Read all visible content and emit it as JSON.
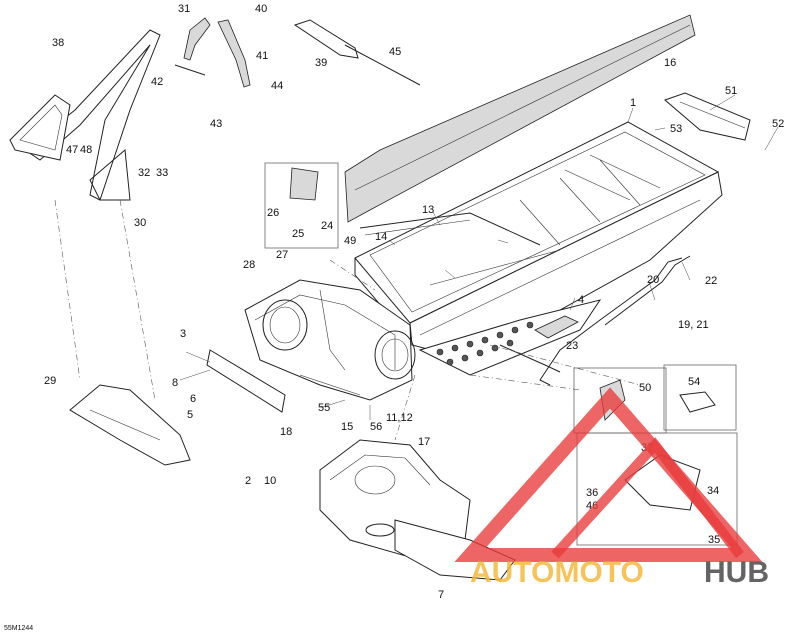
{
  "diagram": {
    "code": "55M1244",
    "callouts": [
      "1",
      "2",
      "3",
      "4",
      "5",
      "6",
      "7",
      "8",
      "10",
      "11,12",
      "13",
      "14",
      "15",
      "16",
      "17",
      "18",
      "19, 21",
      "20",
      "22",
      "23",
      "24",
      "25",
      "26",
      "27",
      "28",
      "29",
      "30",
      "31",
      "32",
      "33",
      "34",
      "35",
      "36",
      "37",
      "38",
      "39",
      "40",
      "41",
      "42",
      "43",
      "44",
      "45",
      "46",
      "47",
      "48",
      "49",
      "50",
      "51",
      "52",
      "53",
      "54",
      "55",
      "56"
    ]
  },
  "watermark": {
    "part_a": "AUTOMOTO",
    "part_b": "HUB",
    "color_tri": "#e83a3a",
    "color_text": "#f6b93b"
  }
}
